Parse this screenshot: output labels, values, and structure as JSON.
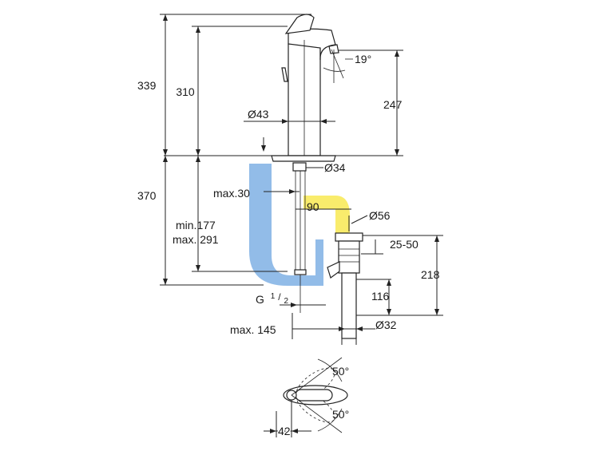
{
  "labels": {
    "d339": "339",
    "d310": "310",
    "d370": "370",
    "angle19": "19°",
    "d247": "247",
    "d43": "Ø43",
    "d34": "Ø34",
    "max30": "max.30",
    "d90": "90",
    "d56": "Ø56",
    "min177": "min.177",
    "max291": "max. 291",
    "r2550": "25-50",
    "d218": "218",
    "g_main": "G",
    "g_sup": "1",
    "g_sub": "2",
    "d116": "116",
    "max145": "max. 145",
    "d32": "Ø32",
    "angle50_top": "50°",
    "angle50_bottom": "50°",
    "d42": "42"
  },
  "colors": {
    "watermark_blue": "#4a90d9",
    "watermark_yellow": "#f5e11a",
    "line": "#222222"
  }
}
